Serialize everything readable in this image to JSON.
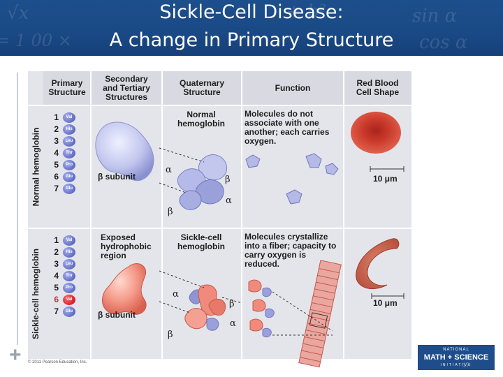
{
  "slide": {
    "title_line1": "Sickle-Cell Disease:",
    "title_line2": "A change in Primary Structure",
    "copyright": "© 2011 Pearson Education, Inc.",
    "slide_number": "17",
    "logo": {
      "line1": "NATIONAL",
      "line2": "MATH + SCIENCE",
      "line3": "INITIATIVE"
    }
  },
  "figure": {
    "headers": {
      "primary": "Primary Structure",
      "secondary": "Secondary and Tertiary Structures",
      "quaternary": "Quaternary Structure",
      "function": "Function",
      "rbc": "Red Blood Cell Shape"
    },
    "rows": {
      "normal": {
        "label": "Normal hemoglobin",
        "sequence": [
          {
            "pos": "1",
            "aa": "Val"
          },
          {
            "pos": "2",
            "aa": "His"
          },
          {
            "pos": "3",
            "aa": "Leu"
          },
          {
            "pos": "4",
            "aa": "Thr"
          },
          {
            "pos": "5",
            "aa": "Pro"
          },
          {
            "pos": "6",
            "aa": "Glu"
          },
          {
            "pos": "7",
            "aa": "Glu"
          }
        ],
        "subunit_label": "β subunit",
        "quaternary_label": "Normal hemoglobin",
        "function_text": "Molecules do not associate with one another; each carries oxygen.",
        "scale": "10 μm"
      },
      "sickle": {
        "label": "Sickle-cell hemoglobin",
        "sequence": [
          {
            "pos": "1",
            "aa": "Val"
          },
          {
            "pos": "2",
            "aa": "His"
          },
          {
            "pos": "3",
            "aa": "Leu"
          },
          {
            "pos": "4",
            "aa": "Thr"
          },
          {
            "pos": "5",
            "aa": "Pro"
          },
          {
            "pos": "6",
            "aa": "Val"
          },
          {
            "pos": "7",
            "aa": "Glu"
          }
        ],
        "highlight_index": 5,
        "region_label": "Exposed hydrophobic region",
        "subunit_label": "β subunit",
        "quaternary_label": "Sickle-cell hemoglobin",
        "function_text": "Molecules crystallize into a fiber; capacity to carry oxygen is reduced.",
        "scale": "10 μm"
      }
    },
    "greek": {
      "alpha": "α",
      "beta": "β"
    }
  },
  "colors": {
    "banner": "#1a4a86",
    "normal_protein": "#b9bde8",
    "sickle_protein": "#f08a7c",
    "bead": "#6b74cc",
    "bead_highlight": "#d61e2a",
    "rbc": "#c9382a"
  }
}
